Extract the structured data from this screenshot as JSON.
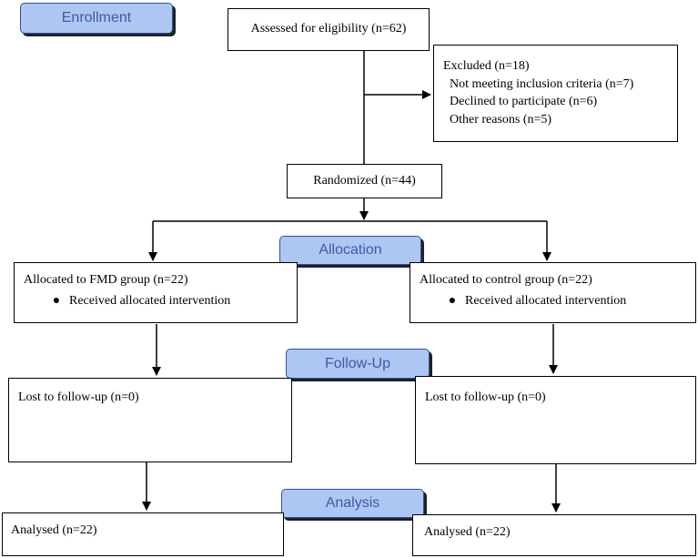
{
  "colors": {
    "phase_fill": "#aec6f2",
    "phase_text": "#3e5aa6",
    "phase_border": "#2f4fa0"
  },
  "phases": {
    "enrollment": "Enrollment",
    "allocation": "Allocation",
    "follow_up": "Follow-Up",
    "analysis": "Analysis"
  },
  "boxes": {
    "assessed": "Assessed for eligibility (n=62)",
    "excluded": {
      "title": "Excluded (n=18)",
      "items": [
        "Not meeting inclusion criteria (n=7)",
        "Declined to participate (n=6)",
        "Other reasons (n=5)"
      ]
    },
    "randomized": "Randomized (n=44)",
    "fmd_group": {
      "title": "Allocated to FMD group (n=22)",
      "bullet": "Received allocated intervention"
    },
    "control_group": {
      "title": "Allocated to control group (n=22)",
      "bullet": "Received allocated intervention"
    },
    "fmd_followup": "Lost to follow-up (n=0)",
    "control_followup": "Lost to follow-up (n=0)",
    "fmd_analysed": "Analysed (n=22)",
    "control_analysed": "Analysed (n=22)"
  }
}
